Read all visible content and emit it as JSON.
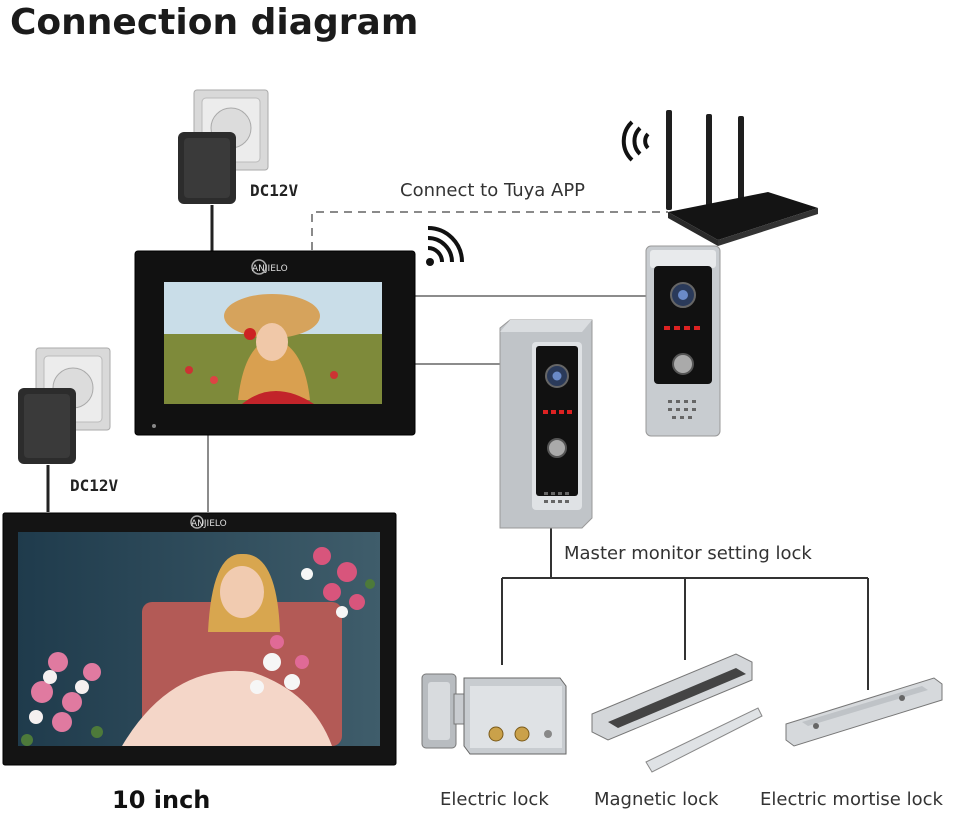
{
  "title": "Connection diagram",
  "wifi_label": "Connect to Tuya APP",
  "power_label_top": "DC12V",
  "power_label_bottom": "DC12V",
  "brand_small_monitor": "ANJIELO",
  "brand_large_monitor": "ANJIELO",
  "master_lock_label": "Master monitor setting lock",
  "large_monitor_size": "10 inch",
  "locks": [
    {
      "label": "Electric lock"
    },
    {
      "label": "Magnetic lock"
    },
    {
      "label": "Electric mortise lock"
    }
  ],
  "icons": [
    "power-adapter-icon",
    "wall-socket-icon",
    "wifi-icon",
    "router-icon",
    "doorbell-camera-icon"
  ],
  "colors": {
    "monitor_frame": "#111111",
    "panel_silver": "#c8ccd0",
    "line": "#555555",
    "dashed": "#8a8a8a"
  }
}
